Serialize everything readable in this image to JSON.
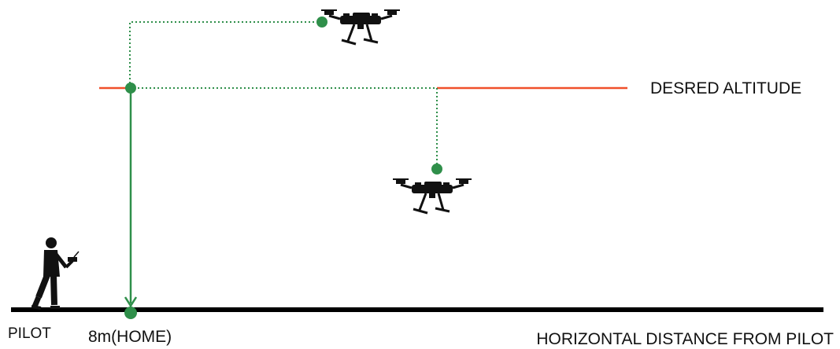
{
  "labels": {
    "desired_altitude": "DESRED ALTITUDE",
    "pilot": "PILOT",
    "home": "8m(HOME)",
    "x_axis": "HORIZONTAL DISTANCE FROM PILOT"
  },
  "colors": {
    "altitude_line": "#f0502a",
    "path": "#2f8f4a",
    "ground": "#000000",
    "silhouette": "#111111"
  },
  "icons": [
    "pilot-icon",
    "drone-icon"
  ]
}
